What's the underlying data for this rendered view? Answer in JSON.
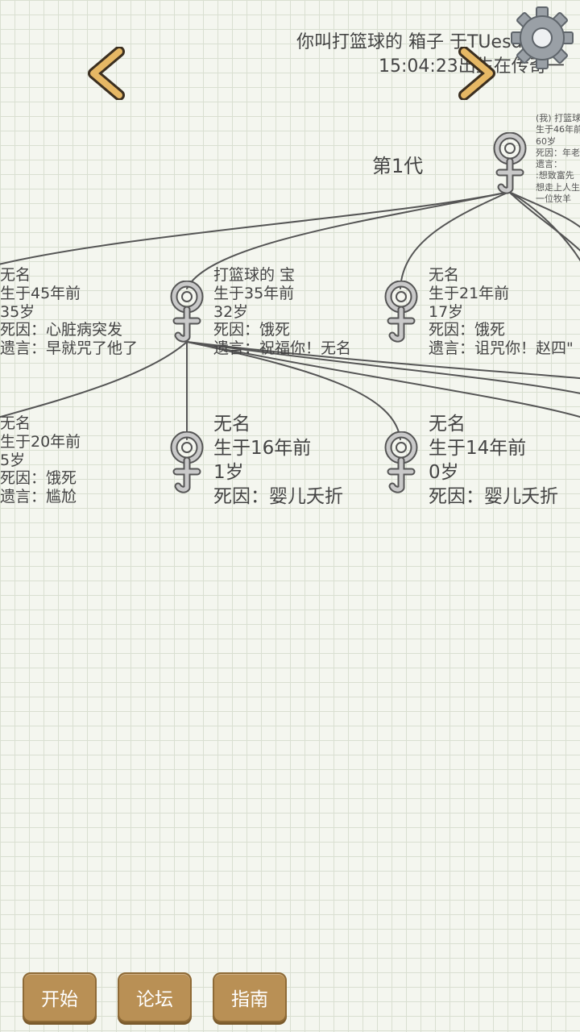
{
  "header": {
    "line1": "你叫打篮球的 箱子 于TUesday,",
    "line2": "15:04:23出生在传奇一"
  },
  "generation_label": "第1代",
  "root": {
    "lines": [
      "(我) 打篮球",
      "生于46年前",
      "60岁",
      "死因：年老",
      "遗言：",
      ":想致富先",
      "想走上人生",
      "一位牧羊"
    ]
  },
  "children": [
    {
      "id": "c1",
      "lines": [
        "无名",
        "生于45年前",
        "35岁",
        "死因：心脏病突发",
        "遗言：早就咒了他了"
      ]
    },
    {
      "id": "c2",
      "lines": [
        "打篮球的 宝",
        "生于35年前",
        "32岁",
        "死因：饿死",
        "遗言：祝福你！无名"
      ]
    },
    {
      "id": "c3",
      "lines": [
        "无名",
        "生于21年前",
        "17岁",
        "死因：饿死",
        "遗言：诅咒你！赵四\""
      ]
    }
  ],
  "grandchildren": [
    {
      "id": "g1",
      "lines": [
        "无名",
        "生于20年前",
        "5岁",
        "死因：饿死",
        "遗言：尴尬"
      ]
    },
    {
      "id": "g2",
      "lines": [
        "无名",
        "生于16年前",
        "1岁",
        "死因：婴儿夭折"
      ]
    },
    {
      "id": "g3",
      "lines": [
        "无名",
        "生于14年前",
        "0岁",
        "死因：婴儿夭折"
      ]
    }
  ],
  "buttons": {
    "start": "开始",
    "forum": "论坛",
    "guide": "指南"
  },
  "icons": {
    "prev": "chevron-left-icon",
    "next": "chevron-right-icon",
    "settings": "gear-icon",
    "person": "female-symbol-icon"
  }
}
